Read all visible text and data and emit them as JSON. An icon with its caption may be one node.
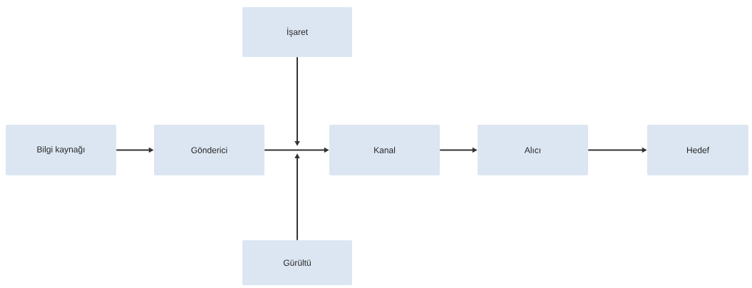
{
  "diagram": {
    "nodes": [
      {
        "text": [
          "İşaret"
        ]
      },
      {
        "text": [
          "Bilgi kaynağı"
        ]
      },
      {
        "text": [
          "Gönderici"
        ]
      },
      {
        "text": [
          "Kanal"
        ]
      },
      {
        "text": [
          "Alıcı"
        ]
      },
      {
        "text": [
          "Hedef"
        ]
      },
      {
        "text": [
          "Gürültü"
        ]
      }
    ],
    "edges": [
      {
        "from": 1,
        "to": 2,
        "arrow": "to"
      },
      {
        "from": 2,
        "to": 3,
        "arrow": "to"
      },
      {
        "from": 0,
        "to": null,
        "arrow": "to"
      },
      {
        "from": 6,
        "to": null,
        "arrow": "to"
      },
      {
        "from": 3,
        "to": 4,
        "arrow": "to"
      },
      {
        "from": 4,
        "to": 5,
        "arrow": "to"
      }
    ]
  }
}
